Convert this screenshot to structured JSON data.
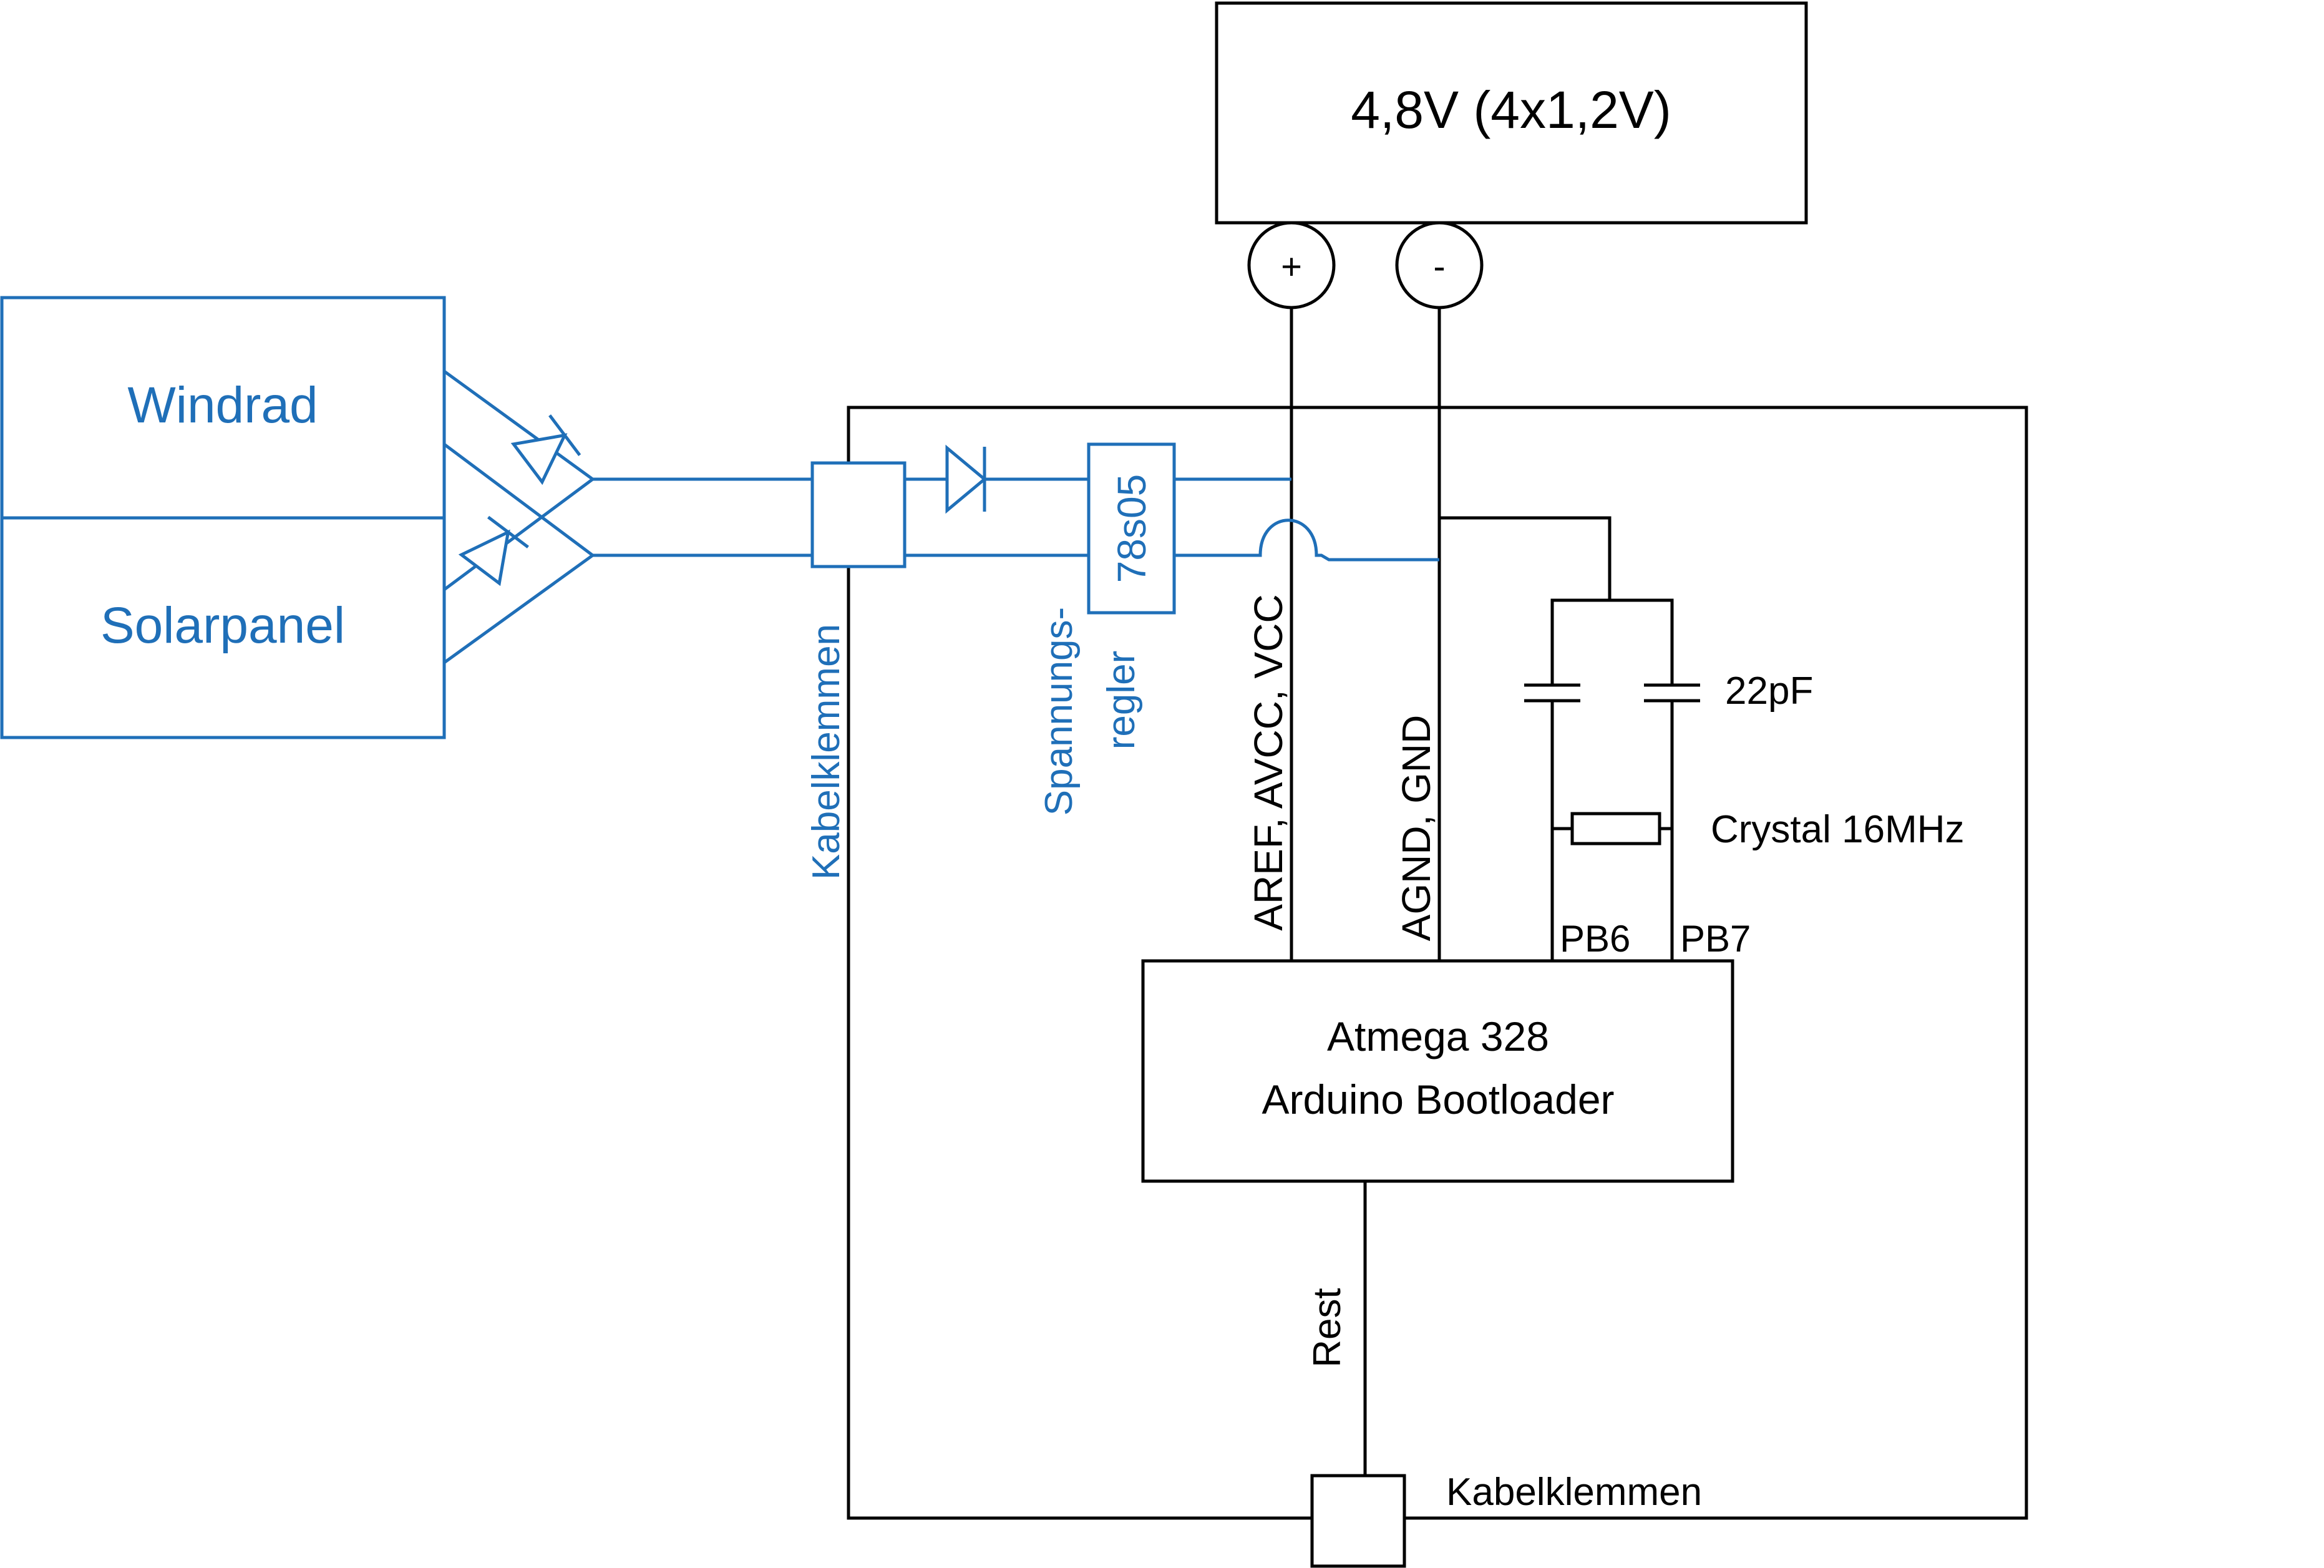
{
  "colors": {
    "ink": "#000000",
    "accent": "#1f6fb8",
    "background": "#ffffff"
  },
  "battery": {
    "label": "4,8V (4x1,2V)",
    "plus": "+",
    "minus": "-"
  },
  "sources": {
    "wind": "Windrad",
    "solar": "Solarpanel"
  },
  "terminals": {
    "input_label": "Kabelklemmen",
    "output_label": "Kabelklemmen"
  },
  "regulator": {
    "part": "78s05",
    "label_line1": "Spannungs-",
    "label_line2": "regler"
  },
  "rails": {
    "power": "AREF, AVCC, VCC",
    "ground": "AGND, GND"
  },
  "oscillator": {
    "capacitor": "22pF",
    "crystal": "Crystal 16MHz",
    "pin_a": "PB6",
    "pin_b": "PB7"
  },
  "mcu": {
    "line1": "Atmega 328",
    "line2": "Arduino Bootloader"
  },
  "reset": {
    "label": "Rest"
  }
}
